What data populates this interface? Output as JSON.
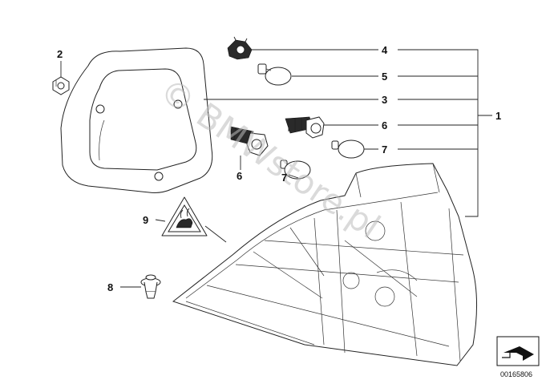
{
  "diagram": {
    "callouts": {
      "c1": "1",
      "c2": "2",
      "c3": "3",
      "c4": "4",
      "c5": "5",
      "c6a": "6",
      "c6b": "6",
      "c7a": "7",
      "c7b": "7",
      "c8": "8",
      "c9": "9"
    },
    "watermark": "© BMWstore.pl",
    "reference_number": "00165806"
  },
  "icons": {
    "nav_icon": "arrow-return-icon",
    "warning_icon": "hot-surface-warning-icon"
  }
}
